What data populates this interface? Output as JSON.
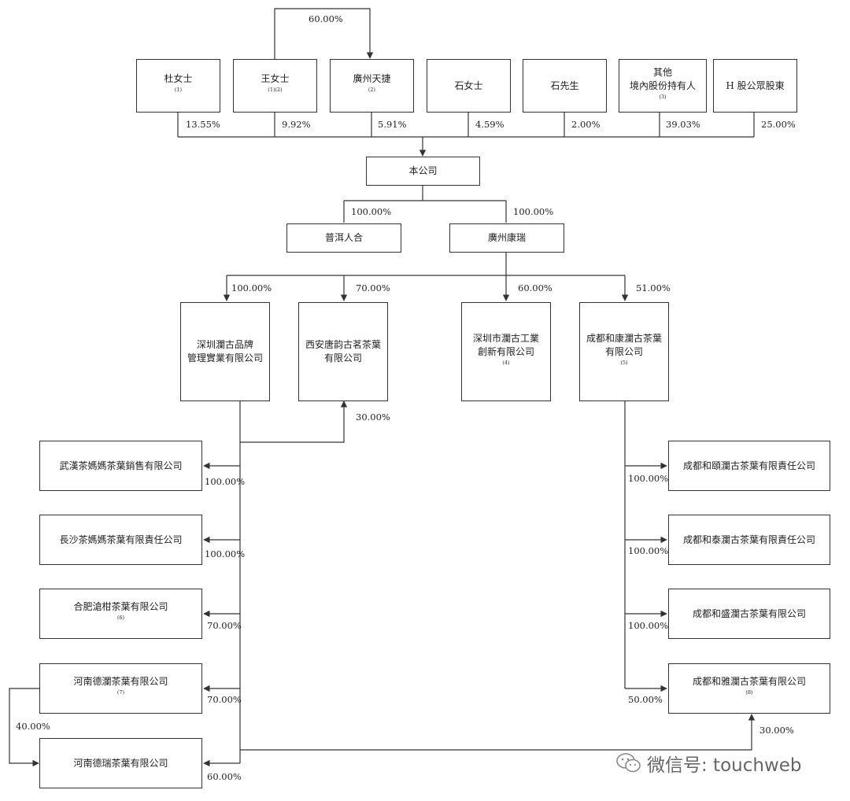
{
  "shareholders": [
    {
      "label": "杜女士",
      "note": "(1)",
      "pct": "13.55%"
    },
    {
      "label": "王女士",
      "note": "(1)(2)",
      "pct": "9.92%"
    },
    {
      "label": "廣州天捷",
      "note": "(2)",
      "pct": "5.91%"
    },
    {
      "label": "石女士",
      "note": "",
      "pct": "4.59%"
    },
    {
      "label": "石先生",
      "note": "",
      "pct": "2.00%"
    },
    {
      "label_line1": "其他",
      "label_line2": "境內股份持有人",
      "note": "(3)",
      "pct": "39.03%"
    },
    {
      "label": "H 股公眾股東",
      "note": "",
      "pct": "25.00%"
    }
  ],
  "wang_to_tianjie_pct": "60.00%",
  "company": "本公司",
  "level2": [
    {
      "label": "普洱人合",
      "pct": "100.00%"
    },
    {
      "label": "廣州康瑞",
      "pct": "100.00%"
    }
  ],
  "level3": [
    {
      "line1": "深圳瀾古品牌",
      "line2": "管理實業有限公司",
      "note": "",
      "pct": "100.00%"
    },
    {
      "line1": "西安唐韵古茗茶葉",
      "line2": "有限公司",
      "note": "",
      "pct": "70.00%"
    },
    {
      "line1": "深圳市瀾古工業",
      "line2": "創新有限公司",
      "note": "(4)",
      "pct": "60.00%"
    },
    {
      "line1": "成都和康瀾古茶葉",
      "line2": "有限公司",
      "note": "(5)",
      "pct": "51.00%"
    }
  ],
  "xian_extra_pct": "30.00%",
  "left_subs": [
    {
      "label": "武漢茶媽媽茶葉銷售有限公司",
      "note": "",
      "pct": "100.00%"
    },
    {
      "label": "長沙茶媽媽茶葉有限責任公司",
      "note": "",
      "pct": "100.00%"
    },
    {
      "label": "合肥滄柑茶葉有限公司",
      "note": "(6)",
      "pct": "70.00%"
    },
    {
      "label": "河南德瀾茶葉有限公司",
      "note": "(7)",
      "pct": "70.00%"
    },
    {
      "label": "河南德瑞茶葉有限公司",
      "note": "",
      "pct": "60.00%"
    }
  ],
  "delan_to_derui_pct": "40.00%",
  "right_subs": [
    {
      "label": "成都和頤瀾古茶葉有限責任公司",
      "note": "",
      "pct": "100.00%"
    },
    {
      "label": "成都和泰瀾古茶葉有限責任公司",
      "note": "",
      "pct": "100.00%"
    },
    {
      "label": "成都和盛瀾古茶葉有限公司",
      "note": "",
      "pct": "100.00%"
    },
    {
      "label": "成都和雅瀾古茶葉有限公司",
      "note": "(8)",
      "pct": "50.00%"
    }
  ],
  "heya_extra_pct": "30.00%",
  "watermark": {
    "text": "微信号: touchweb",
    "icon": "wechat-icon"
  }
}
